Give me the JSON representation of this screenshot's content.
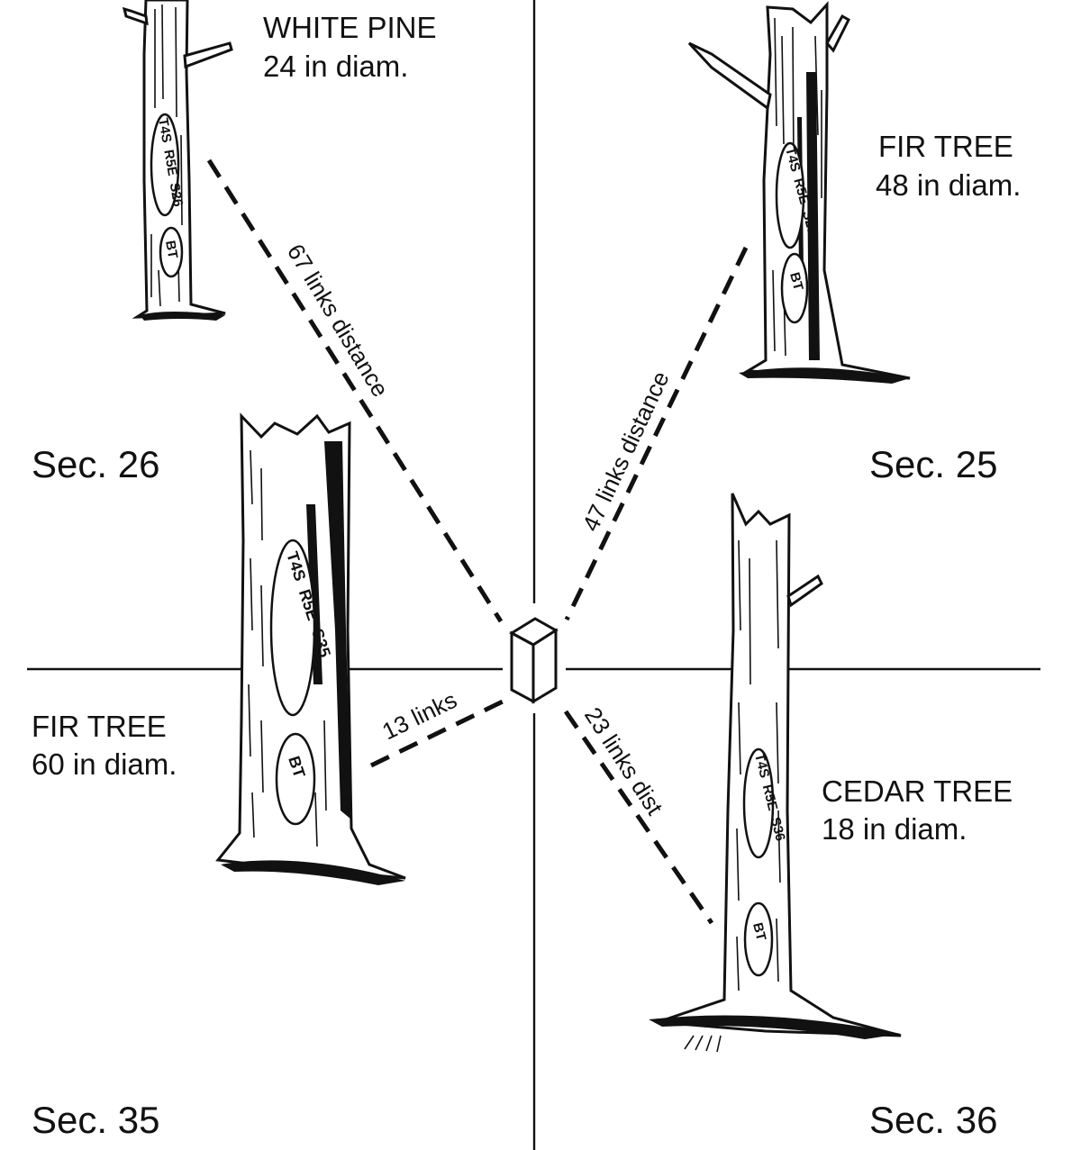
{
  "sections": {
    "nw": "Sec. 26",
    "ne": "Sec. 25",
    "sw": "Sec. 35",
    "se": "Sec. 36"
  },
  "trees": {
    "nw": {
      "species": "WHITE PINE",
      "diameter": "24 in diam.",
      "blaze_lines": [
        "T4S",
        "R5E",
        "S26"
      ],
      "bt": "BT"
    },
    "ne": {
      "species": "FIR TREE",
      "diameter": "48 in diam.",
      "blaze_lines": [
        "T4S",
        "R5E",
        "S25"
      ],
      "bt": "BT"
    },
    "sw": {
      "species": "FIR TREE",
      "diameter": "60 in diam.",
      "blaze_lines": [
        "T4S",
        "R5E",
        "S35"
      ],
      "bt": "BT"
    },
    "se": {
      "species": "CEDAR TREE",
      "diameter": "18 in diam.",
      "blaze_lines": [
        "T4S",
        "R5E",
        "S36"
      ],
      "bt": "BT"
    }
  },
  "distances": {
    "nw": "67 links distance",
    "ne": "47 links distance",
    "sw": "13 links",
    "se": "23 links dist"
  }
}
